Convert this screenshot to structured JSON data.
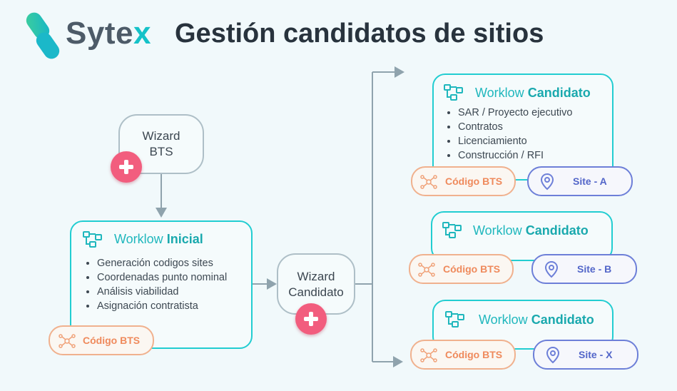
{
  "brand": {
    "name_main": "Syte",
    "name_accent": "x",
    "colors": {
      "teal": "#15c2c8",
      "green": "#3ecf9b"
    }
  },
  "title": "Gestión candidatos de sitios",
  "wizard_bts": {
    "line1": "Wizard",
    "line2": "BTS"
  },
  "wizard_candidato": {
    "line1": "Wizard",
    "line2": "Candidato"
  },
  "workflow_inicial": {
    "prefix": "Worklow",
    "name": "Inicial",
    "items": [
      "Generación codigos sites",
      "Coordenadas punto nominal",
      "Análisis viabilidad",
      "Asignación contratista"
    ],
    "code": "Código BTS"
  },
  "candidatos": [
    {
      "prefix": "Worklow",
      "name": "Candidato",
      "items": [
        "SAR / Proyecto ejecutivo",
        "Contratos",
        "Licenciamiento",
        "Construcción / RFI"
      ],
      "code": "Código BTS",
      "site_prefix": "Site - ",
      "site_letter": "A"
    },
    {
      "prefix": "Worklow",
      "name": "Candidato",
      "items": [],
      "code": "Código BTS",
      "site_prefix": "Site - ",
      "site_letter": "B"
    },
    {
      "prefix": "Worklow",
      "name": "Candidato",
      "items": [],
      "code": "Código BTS",
      "site_prefix": "Site - ",
      "site_letter": "X"
    }
  ],
  "icons": {
    "workflow": "workflow-icon",
    "network": "network-icon",
    "location": "map-pin-icon",
    "add": "plus-icon"
  },
  "colors": {
    "workflow_border": "#22cdd1",
    "bts": "#ef8a5c",
    "site": "#5366c9",
    "plus": "#f25d7e",
    "connector": "#8fa3ad"
  }
}
